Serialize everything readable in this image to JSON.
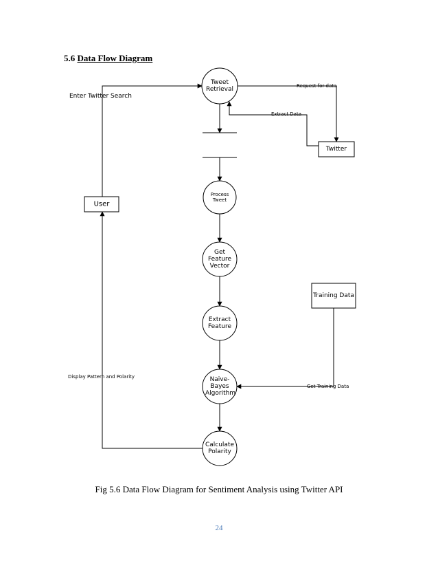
{
  "section": {
    "number": "5.6",
    "title": "Data Flow Diagram"
  },
  "processes": {
    "retrieval": "Tweet Retrieval",
    "process": "Process Tweet",
    "vector": "Get Feature Vector",
    "extract": "Extract Feature",
    "naive": "Naive-Bayes Algorithm",
    "polarity": "Calculate Polarity"
  },
  "entities": {
    "user": "User",
    "twitter": "Twitter",
    "training": "Training Data"
  },
  "flows": {
    "enter_search": "Enter Twitter Search",
    "request": "Request for data",
    "extract_data": "Extract Data",
    "display": "Display Pattern and Polarity",
    "get_training": "Get Training Data"
  },
  "caption": "Fig 5.6 Data Flow Diagram for Sentiment Analysis using Twitter API",
  "page_number": "24"
}
